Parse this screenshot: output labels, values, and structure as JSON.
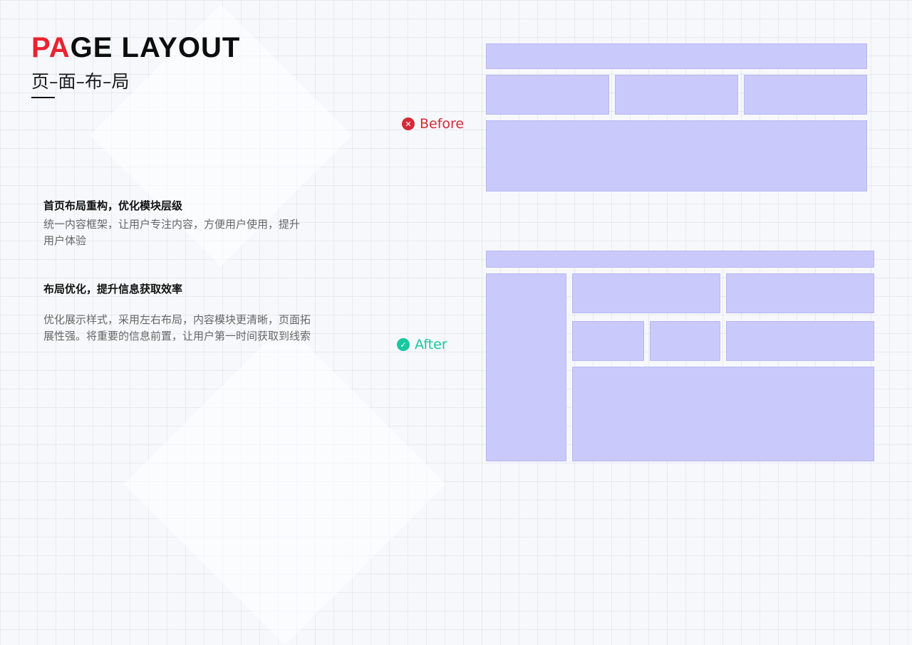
{
  "header": {
    "title_accent": "PA",
    "title_rest": "GE LAYOUT",
    "subtitle": "页–面–布–局"
  },
  "sections": [
    {
      "heading": "首页布局重构，优化模块层级",
      "body": "统一内容框架，让用户专注内容，方便用户使用，提升用户体验"
    },
    {
      "heading": "布局优化，提升信息获取效率",
      "body": "优化展示样式，采用左右布局，内容模块更清晰，页面拓展性强。将重要的信息前置，让用户第一时间获取到线索"
    }
  ],
  "before": {
    "label": "Before",
    "icon": "close-circle-icon",
    "icon_glyph": "✕",
    "color": "#d32b39"
  },
  "after": {
    "label": "After",
    "icon": "check-circle-icon",
    "icon_glyph": "✓",
    "color": "#19c7a0"
  },
  "colors": {
    "accent": "#e8232f",
    "wireframe_fill": "#c9c9fc",
    "wireframe_border": "#b8b8f2"
  }
}
